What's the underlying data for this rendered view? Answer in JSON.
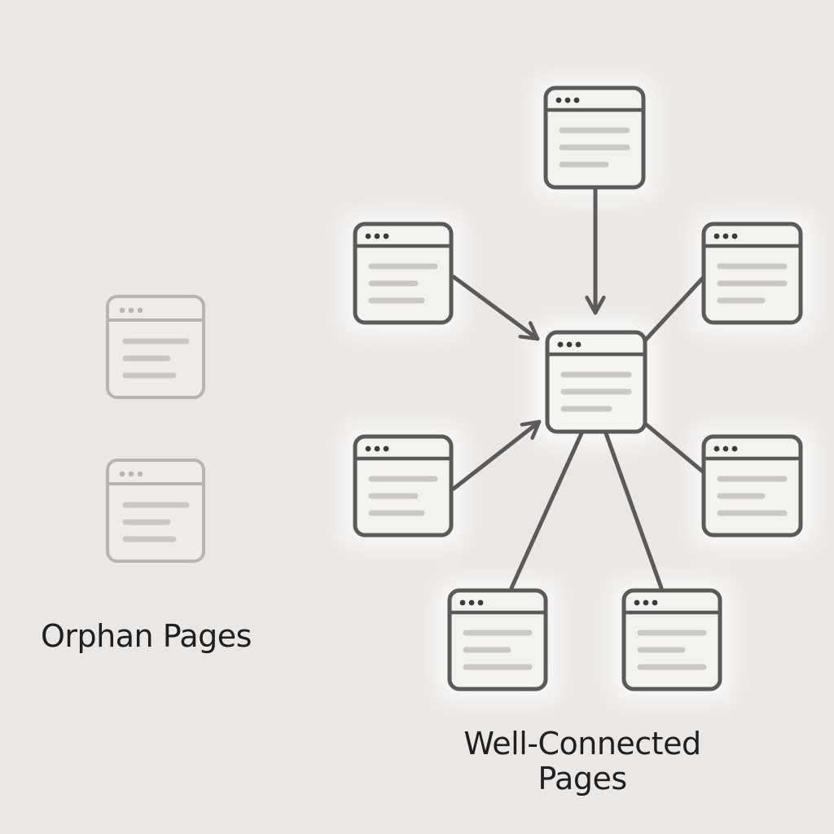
{
  "labels": {
    "orphan_pages": "Orphan Pages",
    "well_connected_line1": "Well-Connected",
    "well_connected_line2": "Pages"
  },
  "colors": {
    "background": "#ebe7e4",
    "page_fill": "#f4f2ef",
    "stroke": "#5a5a5a",
    "orphan_stroke": "#b8b4b0",
    "text_line": "#cbc8c4",
    "glow": "#ffffff"
  },
  "groups": {
    "orphans": {
      "page_count": 2,
      "incoming_links": 0
    },
    "well_connected": {
      "page_count": 8,
      "hub": "hub",
      "links": [
        {
          "from": "top",
          "to": "hub",
          "arrow": true
        },
        {
          "from": "upper-left",
          "to": "hub",
          "arrow": true
        },
        {
          "from": "lower-left",
          "to": "hub",
          "arrow": true
        },
        {
          "from": "upper-right",
          "to": "hub",
          "arrow": false
        },
        {
          "from": "lower-right",
          "to": "hub",
          "arrow": false
        },
        {
          "from": "bottom-left",
          "to": "hub",
          "arrow": false
        },
        {
          "from": "bottom-right",
          "to": "hub",
          "arrow": false
        }
      ]
    }
  },
  "icons": {
    "page": "browser-window-icon"
  }
}
